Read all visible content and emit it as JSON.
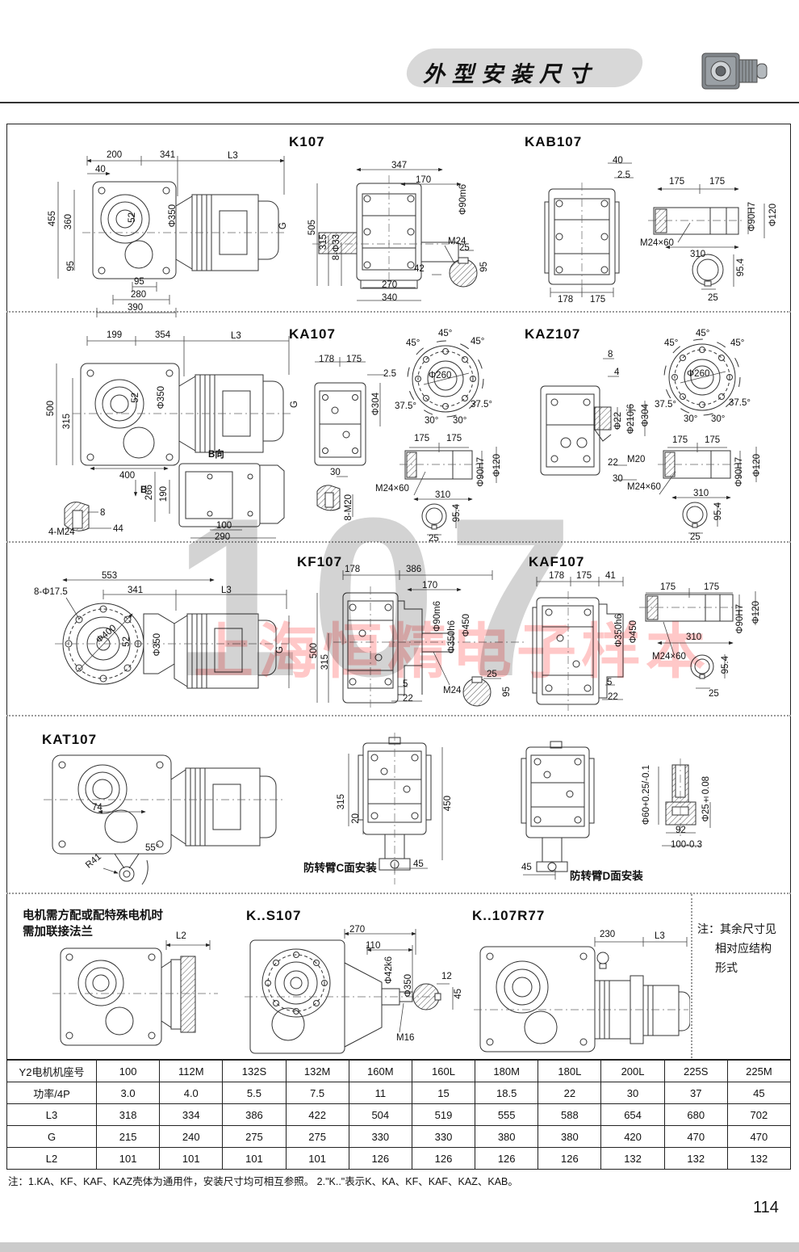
{
  "header": {
    "title": "外型安装尺寸"
  },
  "watermarks": {
    "big": "107",
    "red": "上海恒精电子样本"
  },
  "panels": {
    "k107v1": {
      "dims": [
        "200",
        "341",
        "L3",
        "40",
        "455",
        "360",
        "52",
        "Φ350",
        "G",
        "95",
        "95",
        "280",
        "390"
      ]
    },
    "k107v2": {
      "title": "K107",
      "dims": [
        "347",
        "170",
        "Φ90m6",
        "M24",
        "505",
        "315",
        "8-Φ33",
        "42",
        "270",
        "340",
        "25",
        "95"
      ]
    },
    "kab107": {
      "title": "KAB107",
      "dims": [
        "40",
        "2.5",
        "178",
        "175",
        "175",
        "175",
        "Φ120",
        "Φ90H7",
        "M24×60",
        "310",
        "95.4",
        "25"
      ]
    },
    "ka107v1": {
      "dims": [
        "199",
        "354",
        "L3",
        "500",
        "315",
        "52",
        "Φ350",
        "G",
        "400",
        "B",
        "4-M24",
        "8",
        "44",
        "B向",
        "266",
        "190",
        "100",
        "290"
      ]
    },
    "ka107v2": {
      "title": "KA107",
      "dims": [
        "178",
        "175",
        "2.5",
        "Φ304",
        "45°",
        "45°",
        "45°",
        "Φ260",
        "37.5°",
        "37.5°",
        "30°",
        "30°",
        "30",
        "8-M20",
        "175",
        "175",
        "M24×60",
        "310",
        "Φ90H7",
        "Φ120",
        "95.4",
        "25"
      ]
    },
    "kaz107": {
      "title": "KAZ107",
      "dims": [
        "8",
        "4",
        "Φ22",
        "Φ210j6",
        "Φ304",
        "22",
        "M20",
        "30",
        "45°",
        "45°",
        "45°",
        "Φ260",
        "37.5°",
        "37.5°",
        "30°",
        "30°",
        "175",
        "175",
        "M24×60",
        "310",
        "Φ90H7",
        "Φ120",
        "95.4",
        "25"
      ]
    },
    "kf107v1": {
      "dims": [
        "553",
        "8-Φ17.5",
        "341",
        "L3",
        "Φ400",
        "52",
        "Φ350",
        "G"
      ]
    },
    "kf107v2": {
      "title": "KF107",
      "dims": [
        "178",
        "386",
        "170",
        "Φ90m6",
        "Φ350h6",
        "Φ450",
        "500",
        "315",
        "5",
        "22",
        "M24",
        "25",
        "95"
      ]
    },
    "kaf107": {
      "title": "KAF107",
      "dims": [
        "178",
        "175",
        "41",
        "Φ350h6",
        "Φ450",
        "5",
        "22",
        "175",
        "175",
        "Φ90H7",
        "Φ120",
        "310",
        "M24×60",
        "95.4",
        "25"
      ]
    },
    "kat107": {
      "title": "KAT107",
      "dims": [
        "74",
        "R41",
        "55°"
      ]
    },
    "kat_c": {
      "caption": "防转臂C面安装",
      "dims": [
        "315",
        "20",
        "450",
        "45"
      ]
    },
    "kat_d": {
      "caption": "防转臂D面安装",
      "dims": [
        "45",
        "Φ60+0.25/-0.1",
        "Φ25±0.08",
        "92",
        "100-0.3"
      ]
    },
    "row5_left": {
      "note_line1": "电机需方配或配特殊电机时",
      "note_line2": "需加联接法兰",
      "dims": [
        "L2"
      ]
    },
    "ks107": {
      "title": "K..S107",
      "dims": [
        "270",
        "110",
        "Φ42k6",
        "Φ350",
        "M16",
        "12",
        "45"
      ]
    },
    "k107r77": {
      "title": "K..107R77",
      "dims": [
        "230",
        "L3"
      ]
    },
    "side_note": {
      "lines": [
        "注：其余尺寸见",
        "相对应结构",
        "形式"
      ]
    }
  },
  "table": {
    "row_labels": [
      "Y2电机机座号",
      "功率/4P",
      "L3",
      "G",
      "L2"
    ],
    "columns": [
      "100",
      "112M",
      "132S",
      "132M",
      "160M",
      "160L",
      "180M",
      "180L",
      "200L",
      "225S",
      "225M"
    ],
    "rows": {
      "power": [
        "3.0",
        "4.0",
        "5.5",
        "7.5",
        "11",
        "15",
        "18.5",
        "22",
        "30",
        "37",
        "45"
      ],
      "l3": [
        "318",
        "334",
        "386",
        "422",
        "504",
        "519",
        "555",
        "588",
        "654",
        "680",
        "702"
      ],
      "g": [
        "215",
        "240",
        "275",
        "275",
        "330",
        "330",
        "380",
        "380",
        "420",
        "470",
        "470"
      ],
      "l2": [
        "101",
        "101",
        "101",
        "101",
        "126",
        "126",
        "126",
        "126",
        "132",
        "132",
        "132"
      ]
    }
  },
  "footer": {
    "note": "注：1.KA、KF、KAF、KAZ壳体为通用件，安装尺寸均可相互参照。    2.\"K..\"表示K、KA、KF、KAF、KAZ、KAB。",
    "page": "114"
  }
}
